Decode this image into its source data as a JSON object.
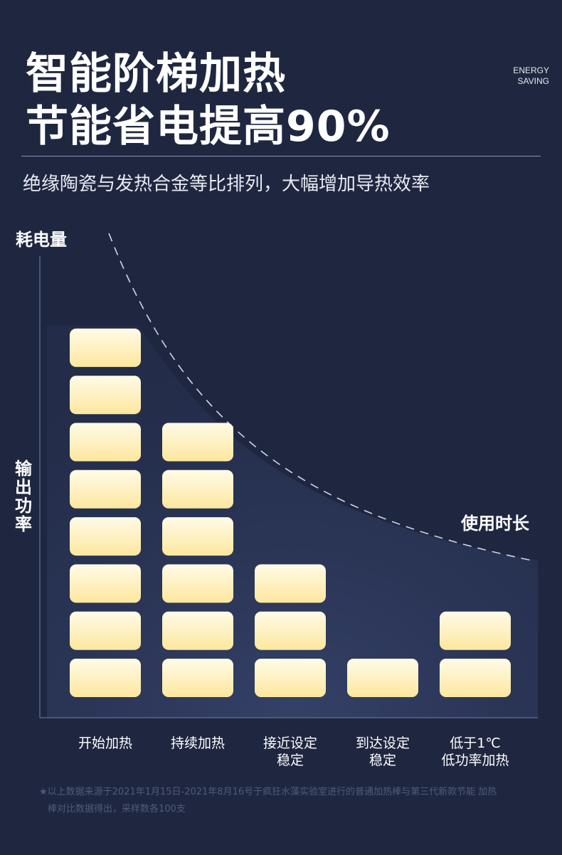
{
  "header": {
    "title_line1": "智能阶梯加热",
    "title_line2": "节能省电提高90%",
    "badge_line1": "ENERGY",
    "badge_line2": "SAVING",
    "subtitle": "绝缘陶瓷与发热合金等比排列，大幅增加导热效率"
  },
  "chart_data": {
    "type": "bar",
    "title": "",
    "ylabel": "输出功率",
    "y2label": "耗电量",
    "curve_label": "使用时长",
    "categories": [
      [
        "开始加热"
      ],
      [
        "持续加热"
      ],
      [
        "接近设定",
        "稳定"
      ],
      [
        "到达设定",
        "稳定"
      ],
      [
        "低于1℃",
        "低功率加热"
      ]
    ],
    "values": [
      8,
      6,
      3,
      1,
      2
    ],
    "ylim": [
      0,
      8
    ],
    "grid": false,
    "legend": "none",
    "colors": {
      "block_top": "#fffbe8",
      "block_bottom": "#fde79d",
      "axis": "#6f7fb5",
      "curve": "#cfd6e8"
    }
  },
  "footnote": {
    "line1": "★以上数据来源于2021年1月15日-2021年8月16号于疯狂水藻实验室进行的普通加热棒与第三代新款节能 加热",
    "line2": "棒对比数据得出，采样数各100支"
  }
}
